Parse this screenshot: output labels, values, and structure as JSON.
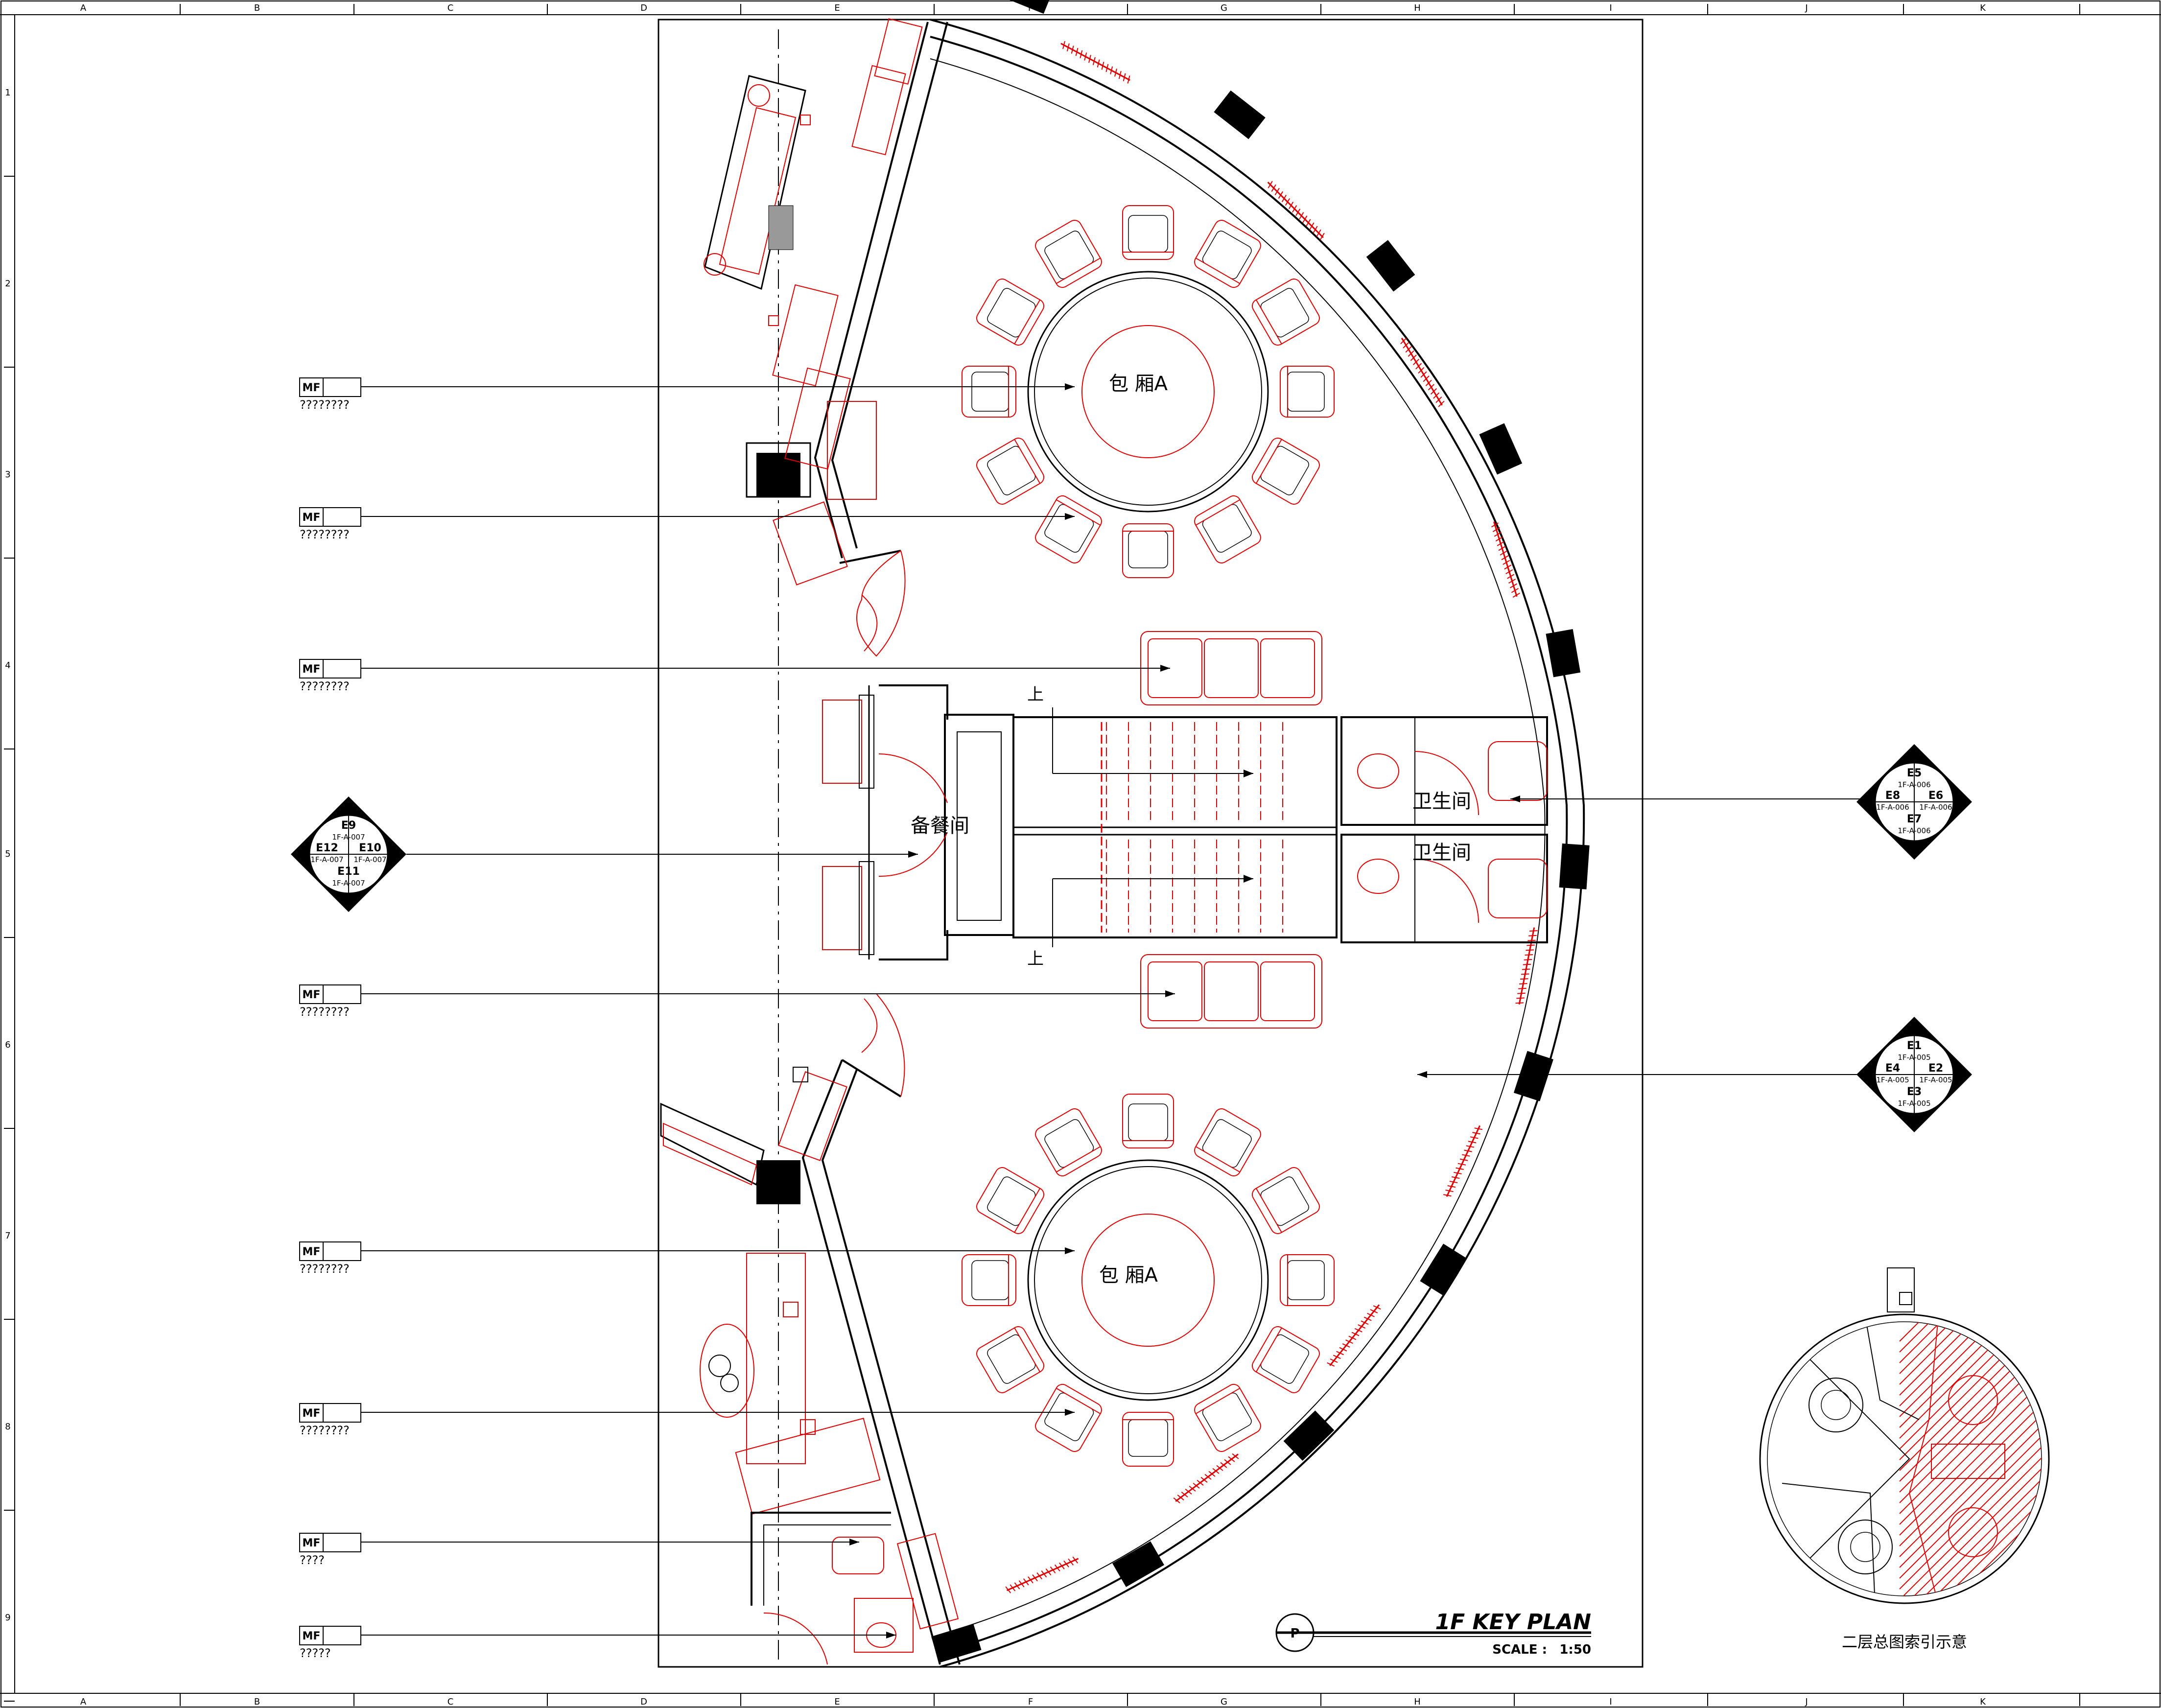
{
  "drawing": {
    "title": "1F KEY PLAN",
    "scale_label": "SCALE :",
    "scale_value": "1:50",
    "plan_symbol": "P",
    "inset_caption": "二层总图索引示意"
  },
  "grid": {
    "columns": [
      "A",
      "B",
      "C",
      "D",
      "E",
      "F",
      "G",
      "H",
      "I",
      "J",
      "K"
    ],
    "rows": [
      "1",
      "2",
      "3",
      "4",
      "5",
      "6",
      "7",
      "8",
      "9"
    ]
  },
  "rooms": [
    {
      "id": "private-room-top",
      "label": "包 厢A"
    },
    {
      "id": "private-room-bottom",
      "label": "包 厢A"
    },
    {
      "id": "pantry",
      "label": "备餐间"
    },
    {
      "id": "restroom-top",
      "label": "卫生间"
    },
    {
      "id": "restroom-bottom",
      "label": "卫生间"
    },
    {
      "id": "stair-up-top",
      "label": "上"
    },
    {
      "id": "stair-up-bottom",
      "label": "上"
    }
  ],
  "material_tags": [
    {
      "code": "MF",
      "note": "????????"
    },
    {
      "code": "MF",
      "note": "????????"
    },
    {
      "code": "MF",
      "note": "????????"
    },
    {
      "code": "MF",
      "note": "????????"
    },
    {
      "code": "MF",
      "note": "????????"
    },
    {
      "code": "MF",
      "note": "????????"
    },
    {
      "code": "MF",
      "note": "????"
    },
    {
      "code": "MF",
      "note": "?????"
    }
  ],
  "elevation_markers": [
    {
      "id": "left",
      "top": "E9",
      "left": "E12",
      "right": "E10",
      "bottom": "E11",
      "ref_top": "1F-A-007",
      "ref_left": "1F-A-007",
      "ref_right": "1F-A-007",
      "ref_bottom": "1F-A-007"
    },
    {
      "id": "right-top",
      "top": "E5",
      "left": "E8",
      "right": "E6",
      "bottom": "E7",
      "ref_top": "1F-A-006",
      "ref_left": "1F-A-006",
      "ref_right": "1F-A-006",
      "ref_bottom": "1F-A-006"
    },
    {
      "id": "right-bottom",
      "top": "E1",
      "left": "E4",
      "right": "E2",
      "bottom": "E3",
      "ref_top": "1F-A-005",
      "ref_left": "1F-A-005",
      "ref_right": "1F-A-005",
      "ref_bottom": "1F-A-005"
    }
  ],
  "colors": {
    "linework": "#000000",
    "furniture": "#e00000",
    "background": "#ffffff"
  }
}
